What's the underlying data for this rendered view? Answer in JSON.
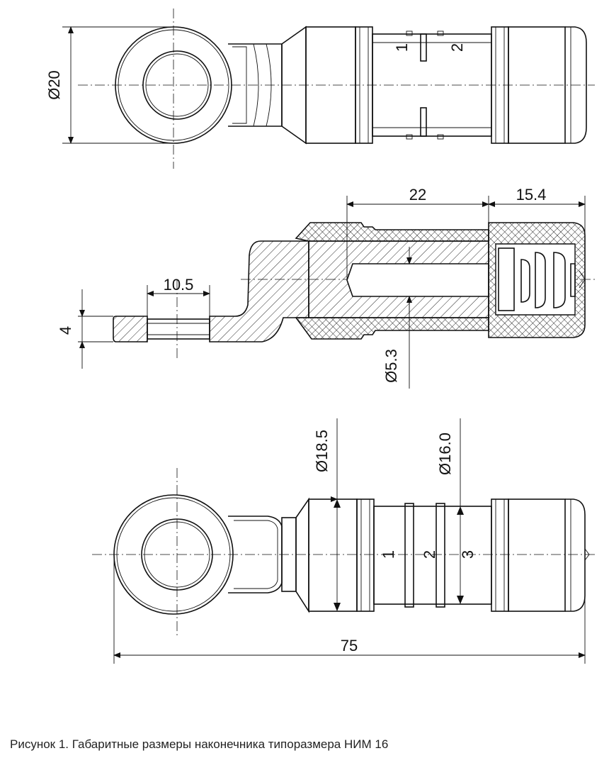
{
  "figure": {
    "caption": "Рисунок 1. Габаритные размеры наконечника типоразмера НИМ 16"
  },
  "view_top": {
    "dim_diameter": "Ø20",
    "mark_1": "1",
    "mark_2": "2"
  },
  "view_section": {
    "dim_bore_depth": "22",
    "dim_cap_length": "15.4",
    "dim_hole": "10.5",
    "dim_thickness": "4",
    "dim_bore_diameter": "Ø5.3"
  },
  "view_side": {
    "dim_outer_diameter": "Ø18.5",
    "dim_crimp_diameter": "Ø16.0",
    "mark_1": "1",
    "mark_2": "2",
    "mark_3": "3",
    "dim_overall_length": "75"
  }
}
